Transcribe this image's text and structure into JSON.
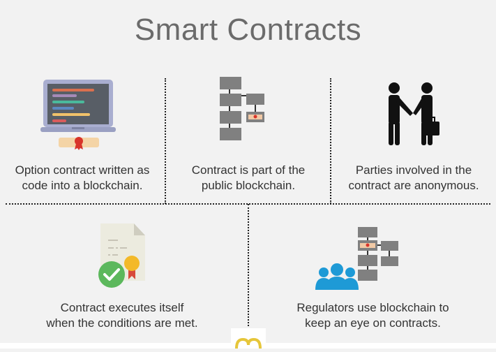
{
  "title": "Smart Contracts",
  "cells": [
    {
      "text_line1": "Option contract written as",
      "text_line2": "code into a blockchain.",
      "icon": "laptop-code-icon"
    },
    {
      "text_line1": "Contract is part of the",
      "text_line2": "public blockchain.",
      "icon": "blockchain-blocks-icon"
    },
    {
      "text_line1": "Parties involved in the",
      "text_line2": "contract are anonymous.",
      "icon": "handshake-people-icon"
    },
    {
      "text_line1": "Contract executes itself",
      "text_line2": "when the conditions are met.",
      "icon": "verified-document-icon"
    },
    {
      "text_line1": "Regulators use blockchain to",
      "text_line2": "keep an eye on contracts.",
      "icon": "regulators-blockchain-icon"
    }
  ],
  "colors": {
    "background": "#f2f2f2",
    "title": "#6b6b6b",
    "block_gray": "#808080",
    "people_blue": "#1e9ad6",
    "check_green": "#5cb85c"
  }
}
